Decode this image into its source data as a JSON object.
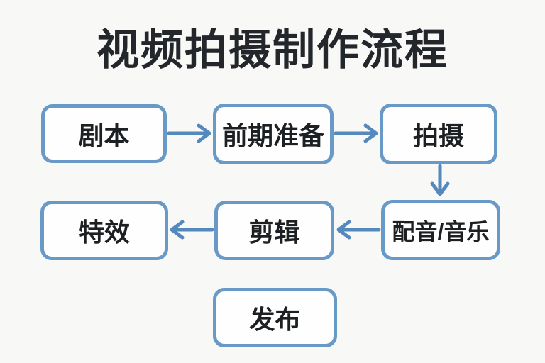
{
  "title": "视频拍摄制作流程",
  "nodes": [
    {
      "id": "script",
      "label": "剧本"
    },
    {
      "id": "preproduction",
      "label": "前期准备"
    },
    {
      "id": "shooting",
      "label": "拍摄"
    },
    {
      "id": "dubbing-music",
      "label": "配音/音乐"
    },
    {
      "id": "editing",
      "label": "剪辑"
    },
    {
      "id": "effects",
      "label": "特效"
    },
    {
      "id": "release",
      "label": "发布"
    }
  ],
  "edges": [
    {
      "from": "剧本",
      "to": "前期准备",
      "direction": "right"
    },
    {
      "from": "前期准备",
      "to": "拍摄",
      "direction": "right"
    },
    {
      "from": "拍摄",
      "to": "配音/音乐",
      "direction": "down"
    },
    {
      "from": "配音/音乐",
      "to": "剪辑",
      "direction": "left"
    },
    {
      "from": "剪辑",
      "to": "特效",
      "direction": "left"
    }
  ],
  "colors": {
    "background": "#f8f8f6",
    "box_border": "#6899c7",
    "box_fill": "#fefefe",
    "arrow": "#5588bd",
    "title_text": "#23272b",
    "label_text": "#1d2023"
  }
}
